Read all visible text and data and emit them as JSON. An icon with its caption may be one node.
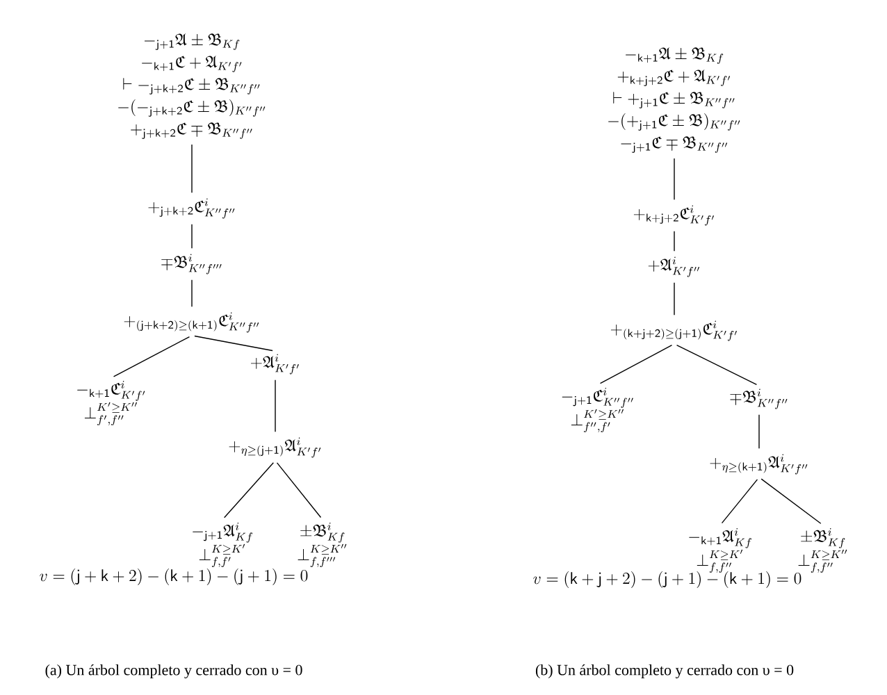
{
  "diagram": {
    "nodes": [
      {
        "text": [
          "{-}_{\\mathsf{j+1}}\\mathfrak{A}\\pm\\mathfrak{B}_{Kf}",
          "{-}_{\\mathsf{k+1}}\\mathfrak{C}+\\mathfrak{A}_{K'f'}",
          "\\vdash{-}_{\\mathsf{j+k+2}}\\mathfrak{C}\\pm\\mathfrak{B}_{K''f''}",
          "-({-}_{\\mathsf{j+k+2}}\\mathfrak{C}\\pm\\mathfrak{B})_{K''f''}",
          "{+}_{\\mathsf{j+k+2}}\\mathfrak{C}\\mp\\mathfrak{B}_{K''f''}"
        ]
      },
      {
        "text": [
          "{+}_{\\mathsf{j+k+2}}\\mathfrak{C}^{i}_{K''f''}"
        ]
      },
      {
        "text": [
          "\\mp\\mathfrak{B}^{i}_{K''f'''}"
        ]
      },
      {
        "text": [
          "{+}_{(\\mathsf{j+k+2})\\geq(\\mathsf{k+1})}\\mathfrak{C}^{i}_{K''f''}"
        ]
      },
      {
        "text": [
          "{-}_{\\mathsf{k+1}}\\mathfrak{C}^{i}_{K'f'}",
          "\\bot^{K'\\geq K''}_{f',f''}"
        ]
      },
      {
        "text": [
          "+\\mathfrak{A}^{i}_{K'f'}"
        ]
      },
      {
        "text": [
          "{+}_{\\eta\\geq(\\mathsf{j+1})}\\mathfrak{A}^{i}_{K'f'}"
        ]
      },
      {
        "text": [
          "{-}_{\\mathsf{j+1}}\\mathfrak{A}^{i}_{Kf}",
          "\\bot^{K\\geq K'}_{f,f'}"
        ]
      },
      {
        "text": [
          "\\pm\\mathfrak{B}^{i}_{Kf}",
          "\\bot^{K\\geq K''}_{f,f'''}"
        ]
      },
      {
        "text": [
          "{-}_{\\mathsf{k+1}}\\mathfrak{A}\\pm\\mathfrak{B}_{Kf}",
          "{+}_{\\mathsf{k+j+2}}\\mathfrak{C}+\\mathfrak{A}_{K'f'}",
          "\\vdash{+}_{\\mathsf{j+1}}\\mathfrak{C}\\pm\\mathfrak{B}_{K''f''}",
          "-({+}_{\\mathsf{j+1}}\\mathfrak{C}\\pm\\mathfrak{B})_{K''f''}",
          "{-}_{\\mathsf{j+1}}\\mathfrak{C}\\mp\\mathfrak{B}_{K''f''}"
        ]
      },
      {
        "text": [
          "{+}_{\\mathsf{k+j+2}}\\mathfrak{C}^{i}_{K'f'}"
        ]
      },
      {
        "text": [
          "+\\mathfrak{A}^{i}_{K'f''}"
        ]
      },
      {
        "text": [
          "{+}_{(\\mathsf{k+j+2})\\geq(\\mathsf{j+1})}\\mathfrak{C}^{i}_{K'f'}"
        ]
      },
      {
        "text": [
          "{-}_{\\mathsf{j+1}}\\mathfrak{C}^{i}_{K''f''}",
          "\\bot^{K'\\geq K''}_{f'',f'}"
        ]
      },
      {
        "text": [
          "\\mp\\mathfrak{B}^{i}_{K''f''}"
        ]
      },
      {
        "text": [
          "{+}_{\\eta\\geq(\\mathsf{k+1})}\\mathfrak{A}^{i}_{K'f''}"
        ]
      },
      {
        "text": [
          "{-}_{\\mathsf{k+1}}\\mathfrak{A}^{i}_{Kf}",
          "\\bot^{K\\geq K'}_{f,f''}"
        ]
      },
      {
        "text": [
          "\\pm\\mathfrak{B}^{i}_{Kf}",
          "\\bot^{K\\geq K''}_{f,f''}"
        ]
      }
    ],
    "edges": [
      {
        "from": 0,
        "to": 1,
        "arrow": "none"
      },
      {
        "from": 1,
        "to": 2,
        "arrow": "none"
      },
      {
        "from": 2,
        "to": 3,
        "arrow": "none"
      },
      {
        "from": 3,
        "to": 4,
        "arrow": "none"
      },
      {
        "from": 3,
        "to": 5,
        "arrow": "none"
      },
      {
        "from": 5,
        "to": 6,
        "arrow": "none"
      },
      {
        "from": 6,
        "to": 7,
        "arrow": "none"
      },
      {
        "from": 6,
        "to": 8,
        "arrow": "none"
      },
      {
        "from": 9,
        "to": 10,
        "arrow": "none"
      },
      {
        "from": 10,
        "to": 11,
        "arrow": "none"
      },
      {
        "from": 11,
        "to": 12,
        "arrow": "none"
      },
      {
        "from": 12,
        "to": 13,
        "arrow": "none"
      },
      {
        "from": 12,
        "to": 14,
        "arrow": "none"
      },
      {
        "from": 14,
        "to": 15,
        "arrow": "none"
      },
      {
        "from": 15,
        "to": 16,
        "arrow": "none"
      },
      {
        "from": 15,
        "to": 17,
        "arrow": "none"
      }
    ],
    "labels": [
      "v=(\\mathsf{j}+\\mathsf{k}+2)-(\\mathsf{k}+1)-(\\mathsf{j}+1)=0",
      "v=(\\mathsf{k}+\\mathsf{j}+2)-(\\mathsf{j}+1)-(\\mathsf{k}+1)=0",
      "(a) Un árbol completo y cerrado con υ = 0",
      "(b) Un árbol completo y cerrado con υ = 0"
    ]
  }
}
